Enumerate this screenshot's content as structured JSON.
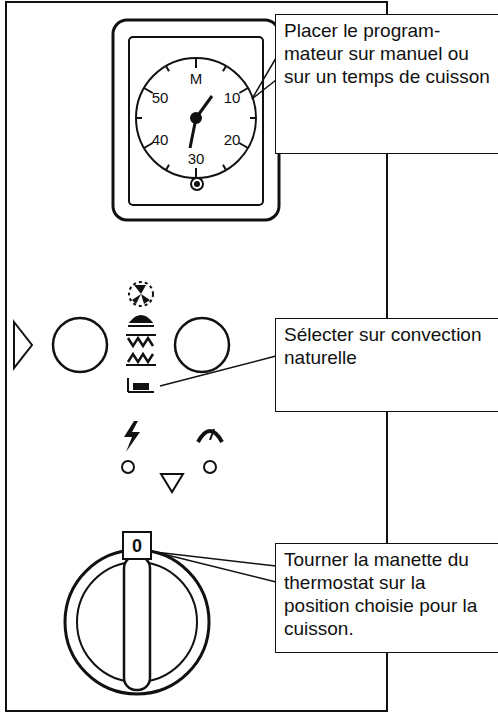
{
  "diagram": {
    "nodes": [
      {
        "text": [
          "Placer le program- mateur sur manuel ou sur un temps de cuisson"
        ]
      },
      {
        "text": [
          "Sélecter sur convection naturelle"
        ]
      },
      {
        "text": [
          "Tourner la manette du thermostat sur la position choisie pour la cuisson."
        ]
      }
    ],
    "labels": [
      "M",
      "10",
      "20",
      "30",
      "40",
      "50",
      "0"
    ]
  }
}
